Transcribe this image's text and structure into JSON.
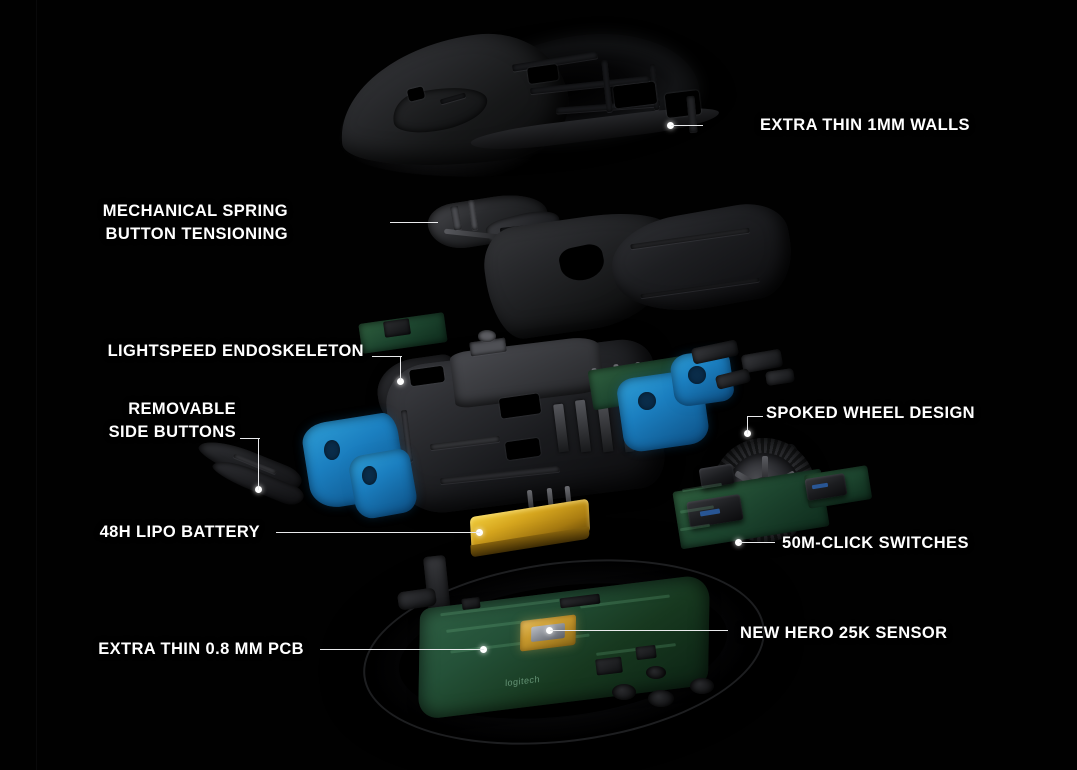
{
  "image": {
    "subject": "Exploded view of a wireless gaming mouse",
    "background_color": "#000000",
    "label_color": "#ffffff",
    "leader_color": "#e9eaec"
  },
  "callouts": [
    {
      "id": "extra-thin-walls",
      "text": "EXTRA THIN 1MM WALLS",
      "side": "right"
    },
    {
      "id": "mechanical-spring",
      "line1": "MECHANICAL SPRING",
      "line2": "BUTTON TENSIONING",
      "side": "left"
    },
    {
      "id": "lightspeed-endoskeleton",
      "text": "LIGHTSPEED ENDOSKELETON",
      "side": "left"
    },
    {
      "id": "removable-side-buttons",
      "line1": "REMOVABLE",
      "line2": "SIDE BUTTONS",
      "side": "left"
    },
    {
      "id": "spoked-wheel",
      "text": "SPOKED WHEEL DESIGN",
      "side": "right"
    },
    {
      "id": "lipo-battery",
      "text": "48H LIPO BATTERY",
      "side": "left"
    },
    {
      "id": "click-switches",
      "text": "50M-CLICK SWITCHES",
      "side": "right"
    },
    {
      "id": "pcb",
      "text": "EXTRA THIN 0.8 MM PCB",
      "side": "left"
    },
    {
      "id": "hero-sensor",
      "text": "NEW HERO 25K SENSOR",
      "side": "right"
    }
  ],
  "parts": {
    "top_shell": "mouse top shell",
    "button_panels": "left and right click button panels",
    "spring_assembly": "mechanical spring button tensioning assembly",
    "endoskeleton": "lightspeed endoskeleton chassis",
    "side_buttons": "removable side buttons strip",
    "battery": "lipo battery pack",
    "scroll_wheel": "spoked scroll wheel",
    "switch_board": "switch daughterboard",
    "main_pcb": "main printed circuit board",
    "sensor": "hero 25k optical sensor",
    "base_shell": "mouse bottom shell"
  },
  "branding": {
    "logo_text": "logitech"
  }
}
